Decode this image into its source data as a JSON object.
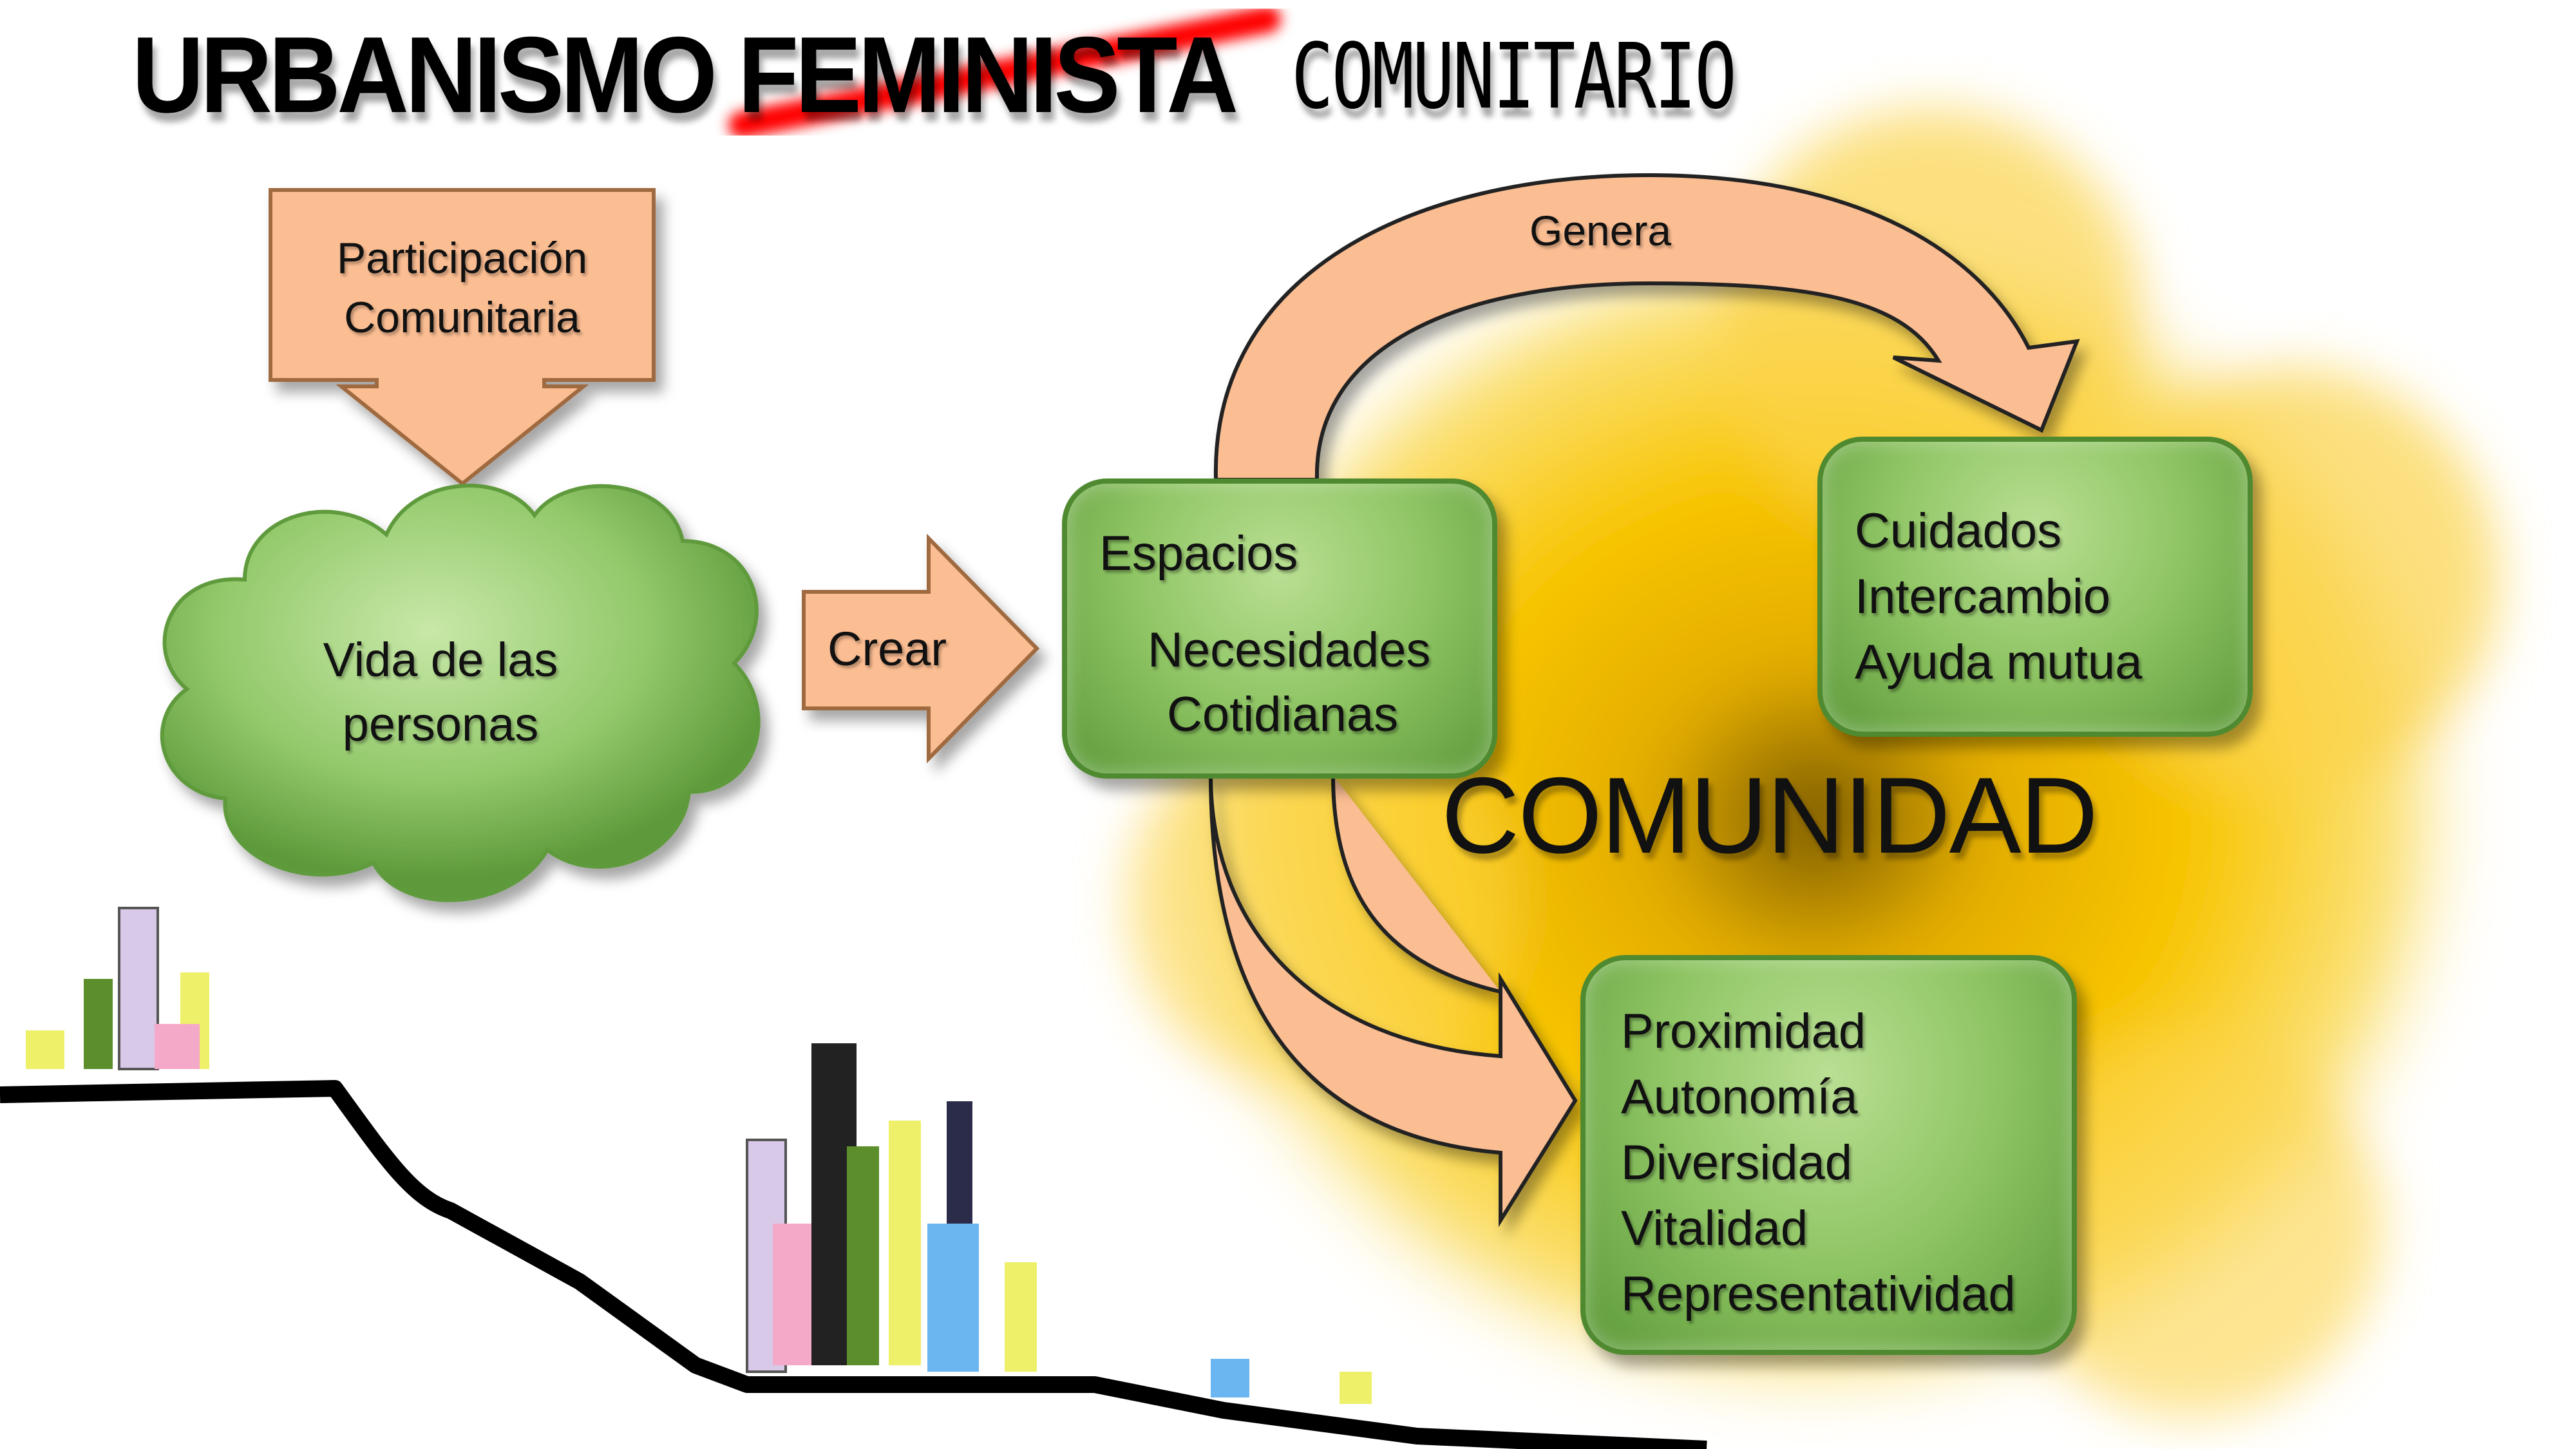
{
  "title": {
    "main": "URBANISMO",
    "struck": "FEMINISTA",
    "replacement": "COMUNITARIO"
  },
  "participation_box": {
    "line1": "Participación",
    "line2": "Comunitaria"
  },
  "cloud": {
    "line1": "Vida de las",
    "line2": "personas"
  },
  "create_arrow": {
    "label": "Crear"
  },
  "spaces_box": {
    "line1": "Espacios",
    "line2": "Necesidades",
    "line3": "Cotidianas"
  },
  "generates_arrow": {
    "label": "Genera"
  },
  "care_box": {
    "items": [
      "Cuidados",
      "Intercambio",
      "Ayuda mutua"
    ]
  },
  "qualities_box": {
    "items": [
      "Proximidad",
      "Autonomía",
      "Diversidad",
      "Vitalidad",
      "Representatividad"
    ]
  },
  "community_label": "COMUNIDAD",
  "colors": {
    "peach": "#fbbd92",
    "green": "#8ec463",
    "yellow": "#f7c300",
    "strike": "#ff0000"
  }
}
